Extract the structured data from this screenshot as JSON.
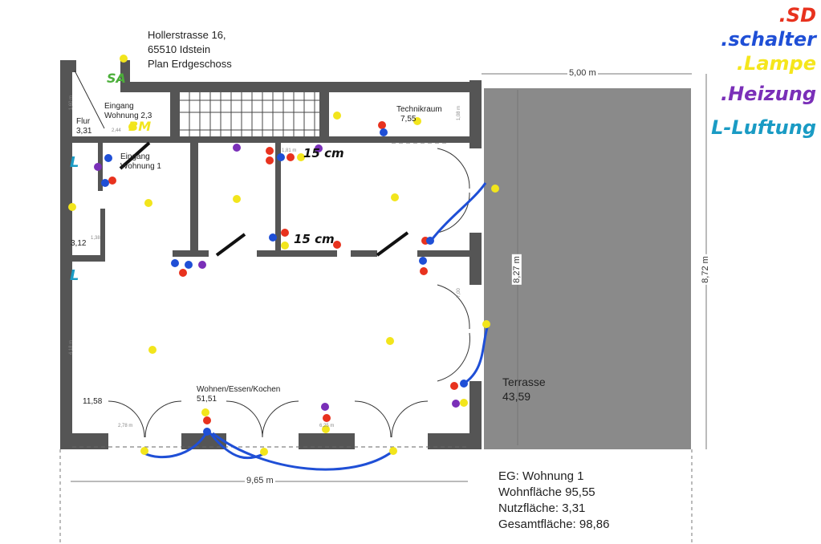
{
  "header": {
    "address_line1": "Hollerstrasse 16,",
    "address_line2": "65510 Idstein",
    "plan_title": "Plan Erdgeschoss"
  },
  "rooms": {
    "flur": {
      "name": "Flur",
      "area": "3,31"
    },
    "eingang23": {
      "line1": "Eingang",
      "line2": "Wohnung 2,3"
    },
    "eingang1": {
      "line1": "Eingang",
      "line2": "Wohnung 1"
    },
    "technik": {
      "name": "Technikraum",
      "area": "7,55"
    },
    "bad": {
      "area": "3,12"
    },
    "wohnen": {
      "name": "Wohnen/Essen/Kochen",
      "area": "51,51"
    },
    "left_area": "11,58",
    "terrasse": {
      "name": "Terrasse",
      "area": "43,59"
    }
  },
  "dimensions": {
    "terrace_width": "5,00 m",
    "inner_height": "8,27 m",
    "total_height": "8,72 m",
    "total_width": "9,65 m",
    "flur_width": "2,44",
    "flur_height": "1,60 m",
    "technik_height": "1,08 m",
    "door_span": "2,78 m",
    "mid_span": "6,25 m",
    "side_span": "7,00",
    "left_span": "4,18 m",
    "bad_width": "1,38",
    "small": "1,81 m"
  },
  "annotations": {
    "sa": "SA",
    "bm": "BM",
    "l1": "L",
    "l2": "L",
    "cm1": "15 cm",
    "cm2": "15 cm"
  },
  "summary": {
    "line1": "EG: Wohnung 1",
    "line2": "Wohnfläche 95,55",
    "line3": "Nutzfläche: 3,31",
    "line4": "Gesamtfläche: 98,86"
  },
  "legend": [
    {
      "label": ".SD",
      "color": "#e8321e"
    },
    {
      "label": ".schalter",
      "color": "#1f4fd6"
    },
    {
      "label": ".Lampe",
      "color": "#f5e61c"
    },
    {
      "label": ".Heizung",
      "color": "#7a2fb8"
    },
    {
      "label": "L-Luftung",
      "color": "#1a9bc4"
    }
  ],
  "colors": {
    "wall": "#555555",
    "terrace": "#8a8a8a",
    "sd": "#e8321e",
    "schalter": "#1f4fd6",
    "lampe": "#f2e51c",
    "heizung": "#7a2fb8",
    "luftung": "#1a9bc4",
    "sa": "#4caf3a"
  }
}
